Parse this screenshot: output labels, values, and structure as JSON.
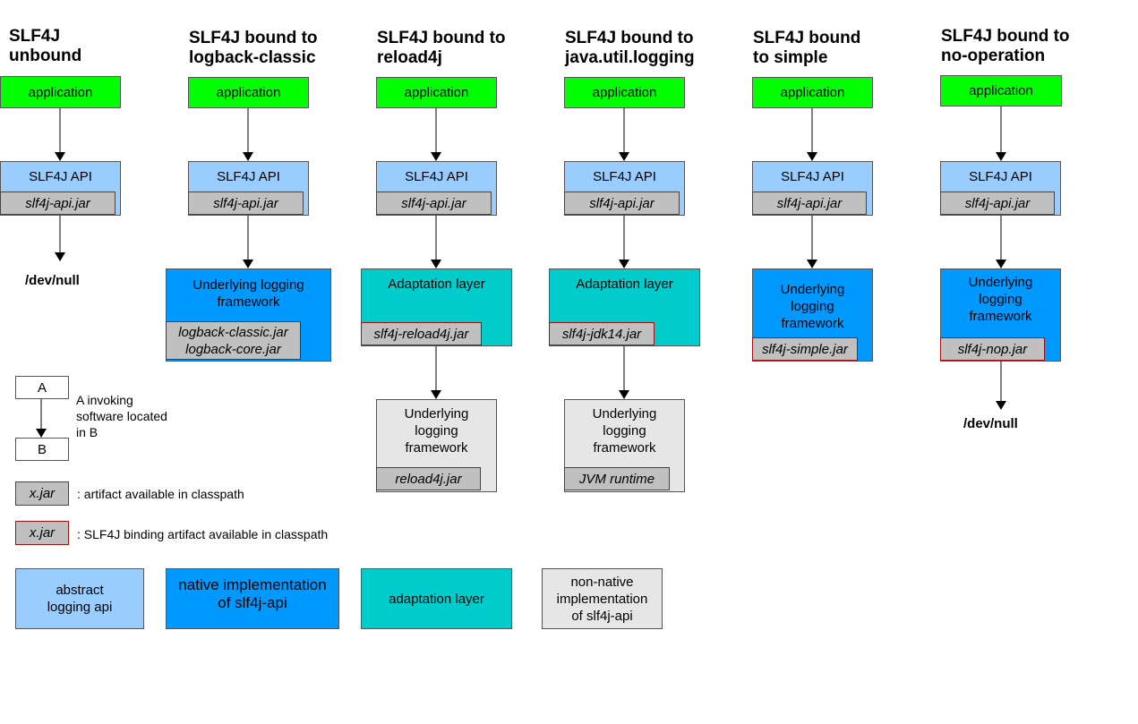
{
  "columns": [
    {
      "title_l1": "SLF4J",
      "title_l2": "unbound",
      "app": "application",
      "api": "SLF4J API",
      "api_jar": "slf4j-api.jar",
      "devnull": "/dev/null"
    },
    {
      "title_l1": "SLF4J bound to",
      "title_l2": "logback-classic",
      "app": "application",
      "api": "SLF4J API",
      "api_jar": "slf4j-api.jar",
      "fw_l1": "Underlying logging",
      "fw_l2": "framework",
      "fw_jar_l1": "logback-classic.jar",
      "fw_jar_l2": "logback-core.jar"
    },
    {
      "title_l1": "SLF4J bound to",
      "title_l2": "reload4j",
      "app": "application",
      "api": "SLF4J API",
      "api_jar": "slf4j-api.jar",
      "adapt": "Adaptation layer",
      "adapt_jar": "slf4j-reload4j.jar",
      "fw_l1": "Underlying",
      "fw_l2": "logging",
      "fw_l3": "framework",
      "fw_jar": "reload4j.jar"
    },
    {
      "title_l1": "SLF4J bound to",
      "title_l2": "java.util.logging",
      "app": "application",
      "api": "SLF4J API",
      "api_jar": "slf4j-api.jar",
      "adapt": "Adaptation layer",
      "adapt_jar": "slf4j-jdk14.jar",
      "fw_l1": "Underlying",
      "fw_l2": "logging",
      "fw_l3": "framework",
      "fw_jar": "JVM runtime"
    },
    {
      "title_l1": "SLF4J bound",
      "title_l2": "to simple",
      "app": "application",
      "api": "SLF4J API",
      "api_jar": "slf4j-api.jar",
      "fw_l1": "Underlying",
      "fw_l2": "logging",
      "fw_l3": "framework",
      "fw_jar": "slf4j-simple.jar"
    },
    {
      "title_l1": "SLF4J bound to",
      "title_l2": "no-operation",
      "app": "application",
      "api": "SLF4J API",
      "api_jar": "slf4j-api.jar",
      "fw_l1": "Underlying",
      "fw_l2": "logging",
      "fw_l3": "framework",
      "fw_jar": "slf4j-nop.jar",
      "devnull": "/dev/null"
    }
  ],
  "legend": {
    "a": "A",
    "b": "B",
    "invoke_l1": "A invoking",
    "invoke_l2": "software located",
    "invoke_l3": "in B",
    "jar_label": "x.jar",
    "jar_desc": ": artifact available in classpath",
    "bind_label": "x.jar",
    "bind_desc": ": SLF4J binding artifact available in classpath",
    "abstract_l1": "abstract",
    "abstract_l2": "logging api",
    "native_l1": "native implementation",
    "native_l2": "of slf4j-api",
    "adaptation": "adaptation layer",
    "nonnative_l1": "non-native",
    "nonnative_l2": "implementation",
    "nonnative_l3": "of slf4j-api"
  },
  "colors": {
    "application": "#00ff00",
    "abstract_api": "#99ccff",
    "native": "#0099ff",
    "adaptation": "#00cccc",
    "non_native": "#e6e6e6",
    "jar": "#c0c0c0",
    "binding_border": "#a01010"
  }
}
